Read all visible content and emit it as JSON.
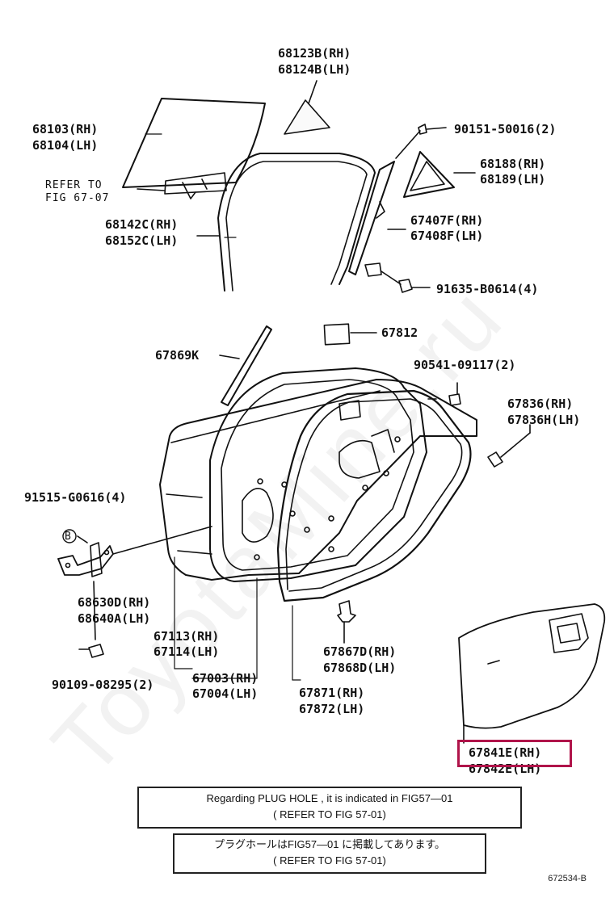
{
  "watermark": "ToyotaMine.ru",
  "labels": {
    "l68123b": "68123B(RH)",
    "l68124b": "68124B(LH)",
    "l68103": "68103(RH)",
    "l68104": "68104(LH)",
    "refer_to": "REFER TO",
    "fig_67_07": "FIG 67-07",
    "l90151": "90151-50016(2)",
    "l68188": "68188(RH)",
    "l68189": "68189(LH)",
    "l68142c": "68142C(RH)",
    "l68152c": "68152C(LH)",
    "l67407f": "67407F(RH)",
    "l67408f": "67408F(LH)",
    "l91635": "91635-B0614(4)",
    "l67812": "67812",
    "l67869k": "67869K",
    "l90541": "90541-09117(2)",
    "l67836": "67836(RH)",
    "l67836h": "67836H(LH)",
    "l91515": "91515-G0616(4)",
    "b_marker": "B",
    "l68630d": "68630D(RH)",
    "l68640a": "68640A(LH)",
    "l67113": "67113(RH)",
    "l67114": "67114(LH)",
    "l67867d": "67867D(RH)",
    "l67868d": "67868D(LH)",
    "l90109": "90109-08295(2)",
    "l67003": "67003(RH)",
    "l67004": "67004(LH)",
    "l67871": "67871(RH)",
    "l67872": "67872(LH)",
    "l67841e": "67841E(RH)",
    "l67842e": "67842E(LH)"
  },
  "notes": {
    "english_line1": "Regarding PLUG HOLE , it is indicated in FIG57—01",
    "english_line2": "( REFER TO FIG 57-01)",
    "japanese_line1": "プラグホールはFIG57—01 に掲載してあります。",
    "japanese_line2": "( REFER TO FIG 57-01)"
  },
  "figure_id": "672534-B",
  "colors": {
    "highlight": "#b0144a",
    "ink": "#111111"
  }
}
